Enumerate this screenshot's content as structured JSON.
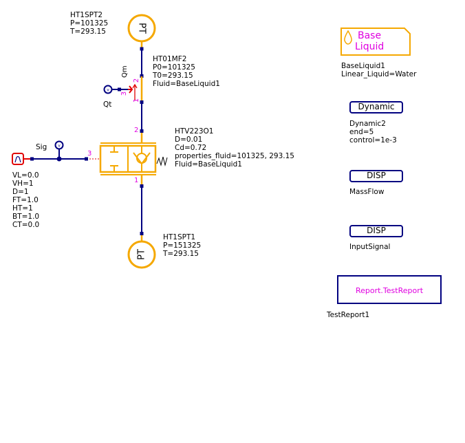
{
  "colors": {
    "component": "#f5a800",
    "wire": "#000080",
    "port_label": "#e000e0",
    "signal_source": "#e00000",
    "sensor_arrow": "#e00000"
  },
  "components": {
    "pt_top": {
      "symbol": "PT",
      "name": "HT1SPT2",
      "params": [
        "P=101325",
        "T=293.15"
      ]
    },
    "mass_flow_sensor": {
      "name": "HT01MF2",
      "params": [
        "P0=101325",
        "T0=293.15",
        "Fluid=BaseLiquid1"
      ],
      "output_label": "Qm",
      "port_labels": [
        "1",
        "2",
        "3"
      ]
    },
    "flow_display": {
      "name": "Qt",
      "icon": "voltmeter-icon"
    },
    "valve": {
      "name": "HTV223O1",
      "params": [
        "D=0.01",
        "Cd=0.72",
        "properties_fluid=101325, 293.15",
        "Fluid=BaseLiquid1"
      ],
      "port_labels": [
        "2",
        "3",
        "1"
      ]
    },
    "signal_source": {
      "name": "Sig",
      "params": [
        "VL=0.0",
        "VH=1",
        "D=1",
        "FT=1.0",
        "HT=1",
        "BT=1.0",
        "CT=0.0"
      ]
    },
    "pt_bottom": {
      "symbol": "PT",
      "name": "HT1SPT1",
      "params": [
        "P=151325",
        "T=293.15"
      ]
    },
    "base_liquid": {
      "title_line1": "Base",
      "title_line2": "Liquid",
      "name": "BaseLiquid1",
      "params": [
        "Linear_Liquid=Water"
      ]
    },
    "dynamic": {
      "label": "Dynamic",
      "name": "Dynamic2",
      "params": [
        "end=5",
        "control=1e-3"
      ]
    },
    "disp_massflow": {
      "label": "DISP",
      "name": "MassFlow"
    },
    "disp_inputsignal": {
      "label": "DISP",
      "name": "InputSignal"
    },
    "report": {
      "label": "Report.TestReport",
      "name": "TestReport1"
    }
  }
}
